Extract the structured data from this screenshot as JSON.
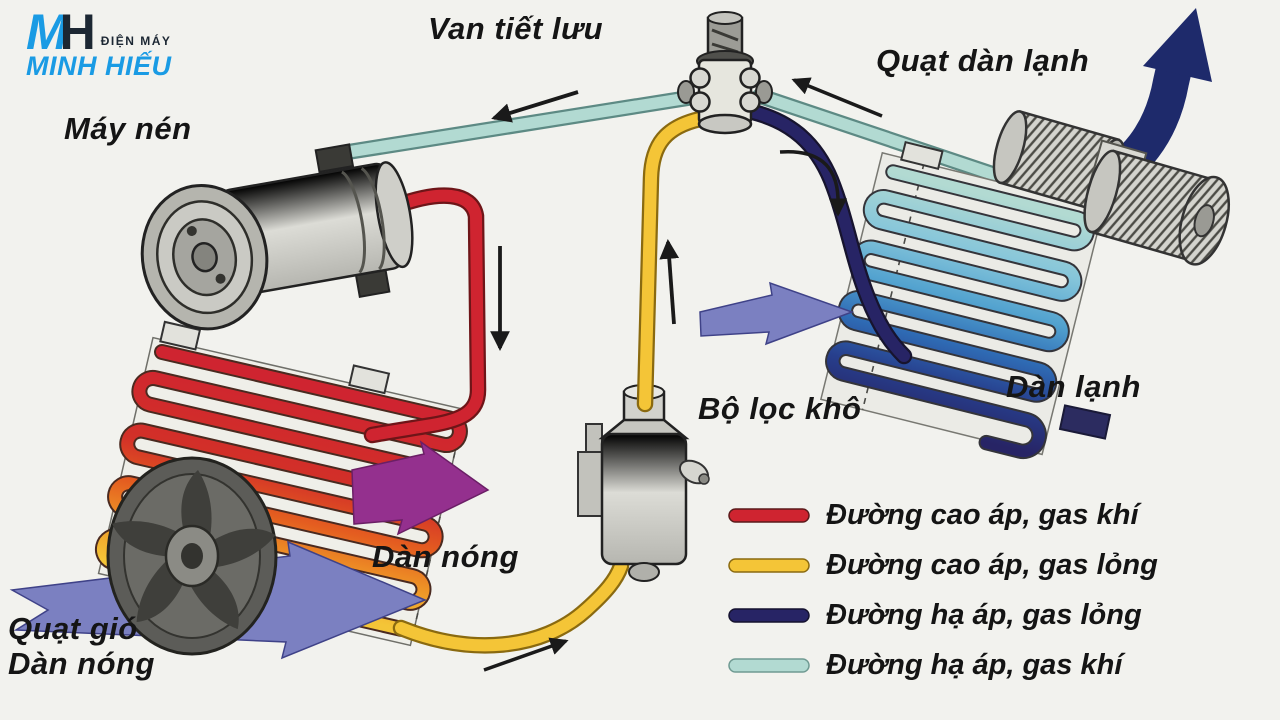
{
  "logo": {
    "monogram_m": "M",
    "monogram_h": "H",
    "tagline": "ĐIỆN MÁY",
    "name": "MINH HIẾU",
    "brand_blue": "#1a9be4",
    "brand_dark": "#1c2733"
  },
  "labels": {
    "compressor": "Máy nén",
    "expansion_valve": "Van tiết lưu",
    "evaporator_fan": "Quạt dàn lạnh",
    "evaporator": "Dàn lạnh",
    "drier": "Bộ lọc khô",
    "condenser": "Dàn nóng",
    "condenser_fan_line1": "Quạt gió",
    "condenser_fan_line2": "Dàn nóng"
  },
  "legend": {
    "items": [
      {
        "label": "Đường cao áp, gas khí",
        "color": "#cf2430"
      },
      {
        "label": "Đường cao áp, gas lỏng",
        "color": "#f4c537"
      },
      {
        "label": "Đường hạ áp, gas lỏng",
        "color": "#272465"
      },
      {
        "label": "Đường hạ áp, gas khí",
        "color": "#b2dad2"
      }
    ]
  },
  "diagram_colors": {
    "high_pressure_gas": "#cf2430",
    "high_pressure_liquid": "#f4c537",
    "low_pressure_liquid": "#272465",
    "low_pressure_gas": "#b2dad2",
    "airflow_arrow": "#7b80c1",
    "hot_air_arrow": "#94308e",
    "cold_air_arrow": "#1e2a6b"
  }
}
